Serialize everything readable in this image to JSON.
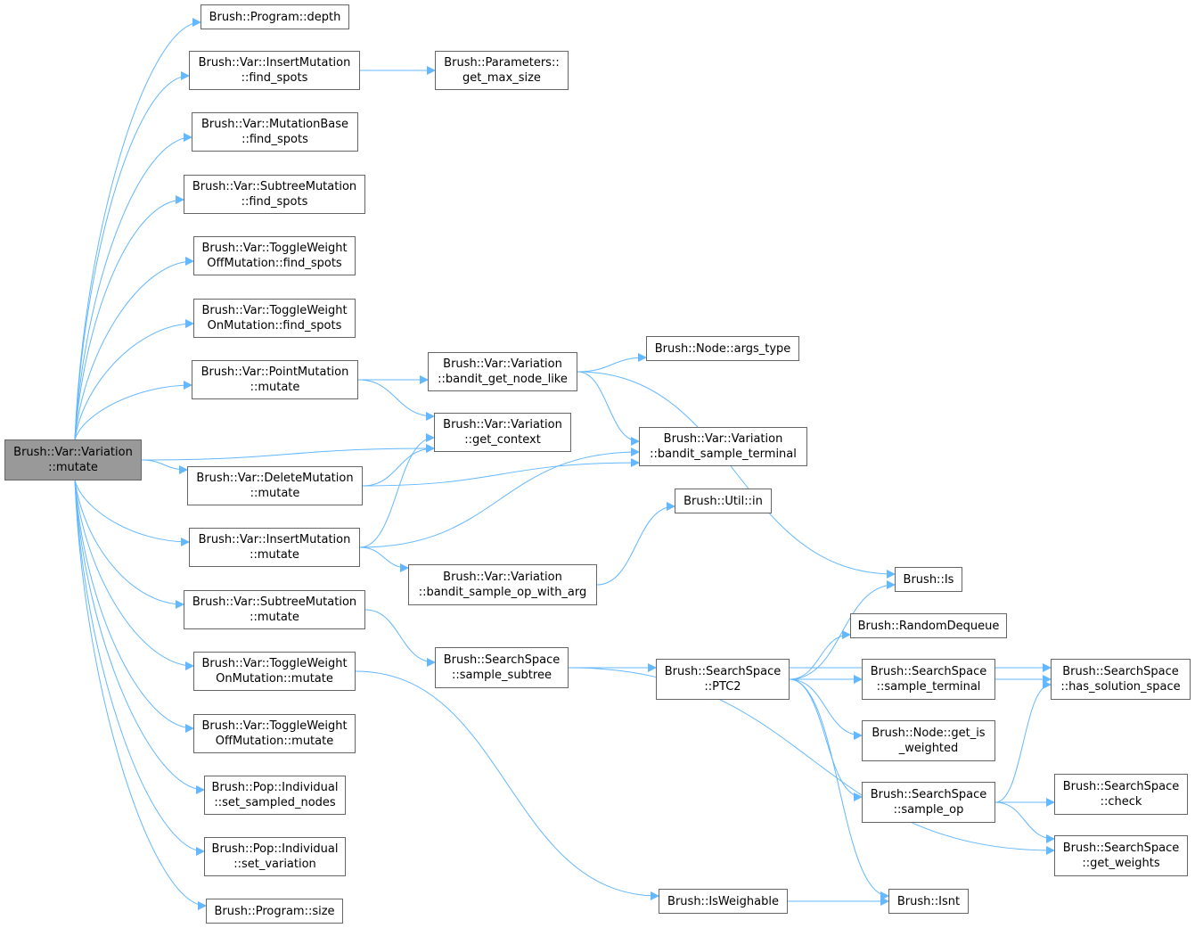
{
  "colors": {
    "edge": "#63b8ff",
    "node_border": "#666666",
    "root_fill": "#999999",
    "node_fill": "#ffffff"
  },
  "nodes": {
    "root": {
      "lines": [
        "Brush::Var::Variation",
        "::mutate"
      ]
    },
    "prog_depth": {
      "lines": [
        "Brush::Program::depth"
      ]
    },
    "ins_find": {
      "lines": [
        "Brush::Var::InsertMutation",
        "::find_spots"
      ]
    },
    "get_max_size": {
      "lines": [
        "Brush::Parameters::",
        "get_max_size"
      ]
    },
    "mb_find": {
      "lines": [
        "Brush::Var::MutationBase",
        "::find_spots"
      ]
    },
    "sub_find": {
      "lines": [
        "Brush::Var::SubtreeMutation",
        "::find_spots"
      ]
    },
    "twoff_find": {
      "lines": [
        "Brush::Var::ToggleWeight",
        "OffMutation::find_spots"
      ]
    },
    "twon_find": {
      "lines": [
        "Brush::Var::ToggleWeight",
        "OnMutation::find_spots"
      ]
    },
    "pt_mut": {
      "lines": [
        "Brush::Var::PointMutation",
        "::mutate"
      ]
    },
    "bandit_node": {
      "lines": [
        "Brush::Var::Variation",
        "::bandit_get_node_like"
      ]
    },
    "args_type": {
      "lines": [
        "Brush::Node::args_type"
      ]
    },
    "get_context": {
      "lines": [
        "Brush::Var::Variation",
        "::get_context"
      ]
    },
    "bandit_term": {
      "lines": [
        "Brush::Var::Variation",
        "::bandit_sample_terminal"
      ]
    },
    "del_mut": {
      "lines": [
        "Brush::Var::DeleteMutation",
        "::mutate"
      ]
    },
    "util_in": {
      "lines": [
        "Brush::Util::in"
      ]
    },
    "ins_mut": {
      "lines": [
        "Brush::Var::InsertMutation",
        "::mutate"
      ]
    },
    "bandit_op": {
      "lines": [
        "Brush::Var::Variation",
        "::bandit_sample_op_with_arg"
      ]
    },
    "is": {
      "lines": [
        "Brush::Is"
      ]
    },
    "sub_mut": {
      "lines": [
        "Brush::Var::SubtreeMutation",
        "::mutate"
      ]
    },
    "rand_deq": {
      "lines": [
        "Brush::RandomDequeue"
      ]
    },
    "sample_subtree": {
      "lines": [
        "Brush::SearchSpace",
        "::sample_subtree"
      ]
    },
    "ptc2": {
      "lines": [
        "Brush::SearchSpace",
        "::PTC2"
      ]
    },
    "sample_terminal": {
      "lines": [
        "Brush::SearchSpace",
        "::sample_terminal"
      ]
    },
    "has_sol": {
      "lines": [
        "Brush::SearchSpace",
        "::has_solution_space"
      ]
    },
    "twon_mut": {
      "lines": [
        "Brush::Var::ToggleWeight",
        "OnMutation::mutate"
      ]
    },
    "get_is_w": {
      "lines": [
        "Brush::Node::get_is",
        "_weighted"
      ]
    },
    "twoff_mut": {
      "lines": [
        "Brush::Var::ToggleWeight",
        "OffMutation::mutate"
      ]
    },
    "set_sampled": {
      "lines": [
        "Brush::Pop::Individual",
        "::set_sampled_nodes"
      ]
    },
    "sample_op": {
      "lines": [
        "Brush::SearchSpace",
        "::sample_op"
      ]
    },
    "check": {
      "lines": [
        "Brush::SearchSpace",
        "::check"
      ]
    },
    "set_var": {
      "lines": [
        "Brush::Pop::Individual",
        "::set_variation"
      ]
    },
    "get_weights": {
      "lines": [
        "Brush::SearchSpace",
        "::get_weights"
      ]
    },
    "is_weigh": {
      "lines": [
        "Brush::IsWeighable"
      ]
    },
    "isnt": {
      "lines": [
        "Brush::Isnt"
      ]
    },
    "prog_size": {
      "lines": [
        "Brush::Program::size"
      ]
    }
  },
  "edges": [
    [
      "root",
      "prog_depth"
    ],
    [
      "root",
      "ins_find"
    ],
    [
      "root",
      "mb_find"
    ],
    [
      "root",
      "sub_find"
    ],
    [
      "root",
      "twoff_find"
    ],
    [
      "root",
      "twon_find"
    ],
    [
      "root",
      "pt_mut"
    ],
    [
      "root",
      "get_context"
    ],
    [
      "root",
      "del_mut"
    ],
    [
      "root",
      "ins_mut"
    ],
    [
      "root",
      "sub_mut"
    ],
    [
      "root",
      "twon_mut"
    ],
    [
      "root",
      "twoff_mut"
    ],
    [
      "root",
      "set_sampled"
    ],
    [
      "root",
      "set_var"
    ],
    [
      "root",
      "prog_size"
    ],
    [
      "ins_find",
      "get_max_size"
    ],
    [
      "pt_mut",
      "bandit_node"
    ],
    [
      "pt_mut",
      "get_context"
    ],
    [
      "bandit_node",
      "args_type"
    ],
    [
      "bandit_node",
      "bandit_term"
    ],
    [
      "bandit_node",
      "is"
    ],
    [
      "del_mut",
      "get_context"
    ],
    [
      "del_mut",
      "bandit_term"
    ],
    [
      "ins_mut",
      "get_context"
    ],
    [
      "ins_mut",
      "bandit_term"
    ],
    [
      "ins_mut",
      "bandit_op"
    ],
    [
      "bandit_op",
      "util_in"
    ],
    [
      "sub_mut",
      "sample_subtree"
    ],
    [
      "sample_subtree",
      "ptc2"
    ],
    [
      "sample_subtree",
      "has_sol"
    ],
    [
      "sample_subtree",
      "get_weights"
    ],
    [
      "ptc2",
      "is"
    ],
    [
      "ptc2",
      "rand_deq"
    ],
    [
      "ptc2",
      "sample_terminal"
    ],
    [
      "ptc2",
      "get_is_w"
    ],
    [
      "ptc2",
      "sample_op"
    ],
    [
      "ptc2",
      "isnt"
    ],
    [
      "sample_terminal",
      "has_sol"
    ],
    [
      "sample_op",
      "has_sol"
    ],
    [
      "sample_op",
      "check"
    ],
    [
      "sample_op",
      "get_weights"
    ],
    [
      "twon_mut",
      "is_weigh"
    ],
    [
      "is_weigh",
      "isnt"
    ]
  ]
}
